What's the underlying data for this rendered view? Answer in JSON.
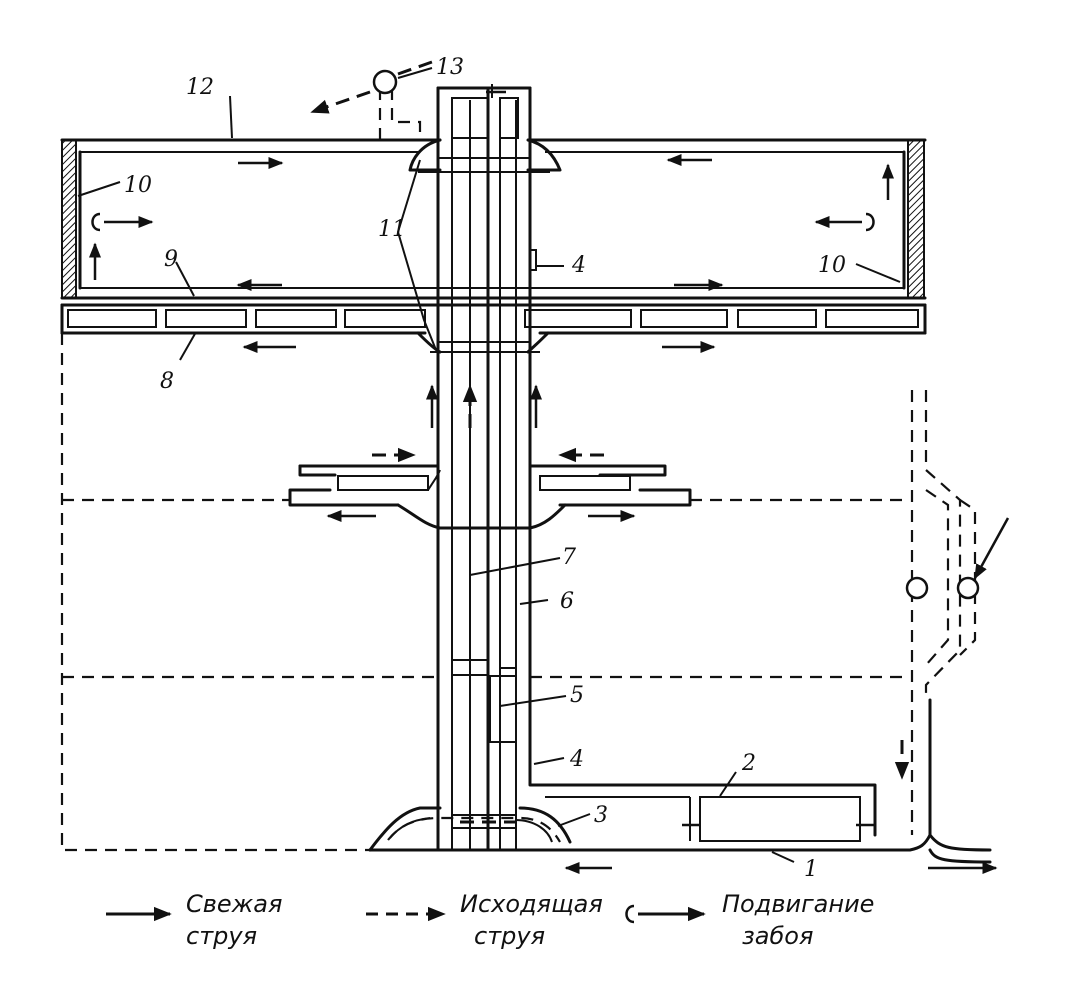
{
  "diagram": {
    "callouts": [
      {
        "id": "c1",
        "label": "1"
      },
      {
        "id": "c2",
        "label": "2"
      },
      {
        "id": "c3",
        "label": "3"
      },
      {
        "id": "c4a",
        "label": "4"
      },
      {
        "id": "c4b",
        "label": "4"
      },
      {
        "id": "c5",
        "label": "5"
      },
      {
        "id": "c6",
        "label": "6"
      },
      {
        "id": "c7",
        "label": "7"
      },
      {
        "id": "c8",
        "label": "8"
      },
      {
        "id": "c9",
        "label": "9"
      },
      {
        "id": "c10a",
        "label": "10"
      },
      {
        "id": "c10b",
        "label": "10"
      },
      {
        "id": "c11",
        "label": "11"
      },
      {
        "id": "c12",
        "label": "12"
      },
      {
        "id": "c13",
        "label": "13"
      }
    ]
  },
  "legend": {
    "fresh": {
      "line1": "Свежая",
      "line2": "струя",
      "style": "solid"
    },
    "exhaust": {
      "line1": "Исходящая",
      "line2": "струя",
      "style": "dashed"
    },
    "advance": {
      "line1": "Подвигание",
      "line2": "забоя",
      "style": "bracket-arrow"
    }
  }
}
